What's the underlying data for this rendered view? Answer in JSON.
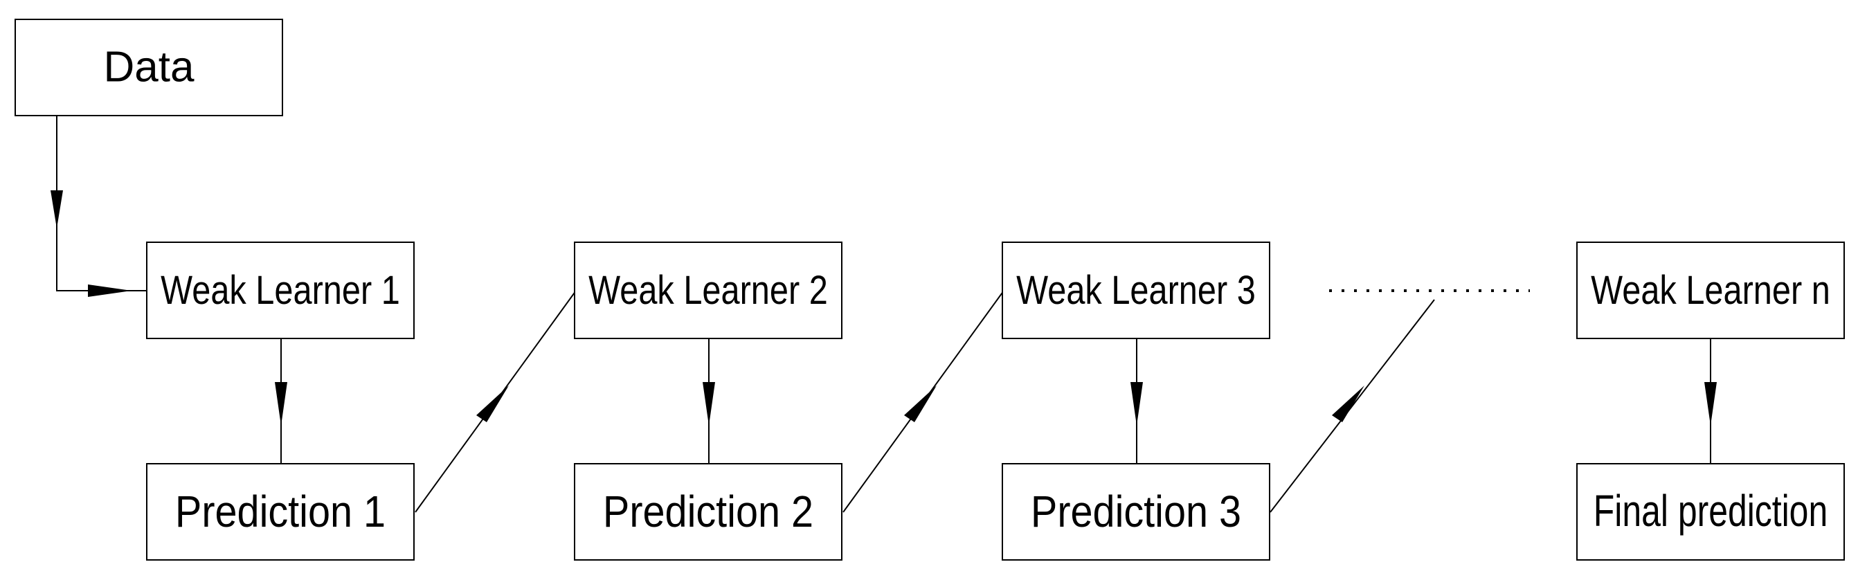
{
  "nodes": {
    "data": "Data",
    "weak_learner_1": "Weak Learner 1",
    "weak_learner_2": "Weak Learner 2",
    "weak_learner_3": "Weak Learner 3",
    "weak_learner_n": "Weak Learner n",
    "prediction_1": "Prediction 1",
    "prediction_2": "Prediction 2",
    "prediction_3": "Prediction 3",
    "final_prediction": "Final prediction"
  },
  "edges": [
    {
      "from": "data",
      "to": "weak_learner_1"
    },
    {
      "from": "weak_learner_1",
      "to": "prediction_1"
    },
    {
      "from": "prediction_1",
      "to": "weak_learner_2"
    },
    {
      "from": "weak_learner_2",
      "to": "prediction_2"
    },
    {
      "from": "prediction_2",
      "to": "weak_learner_3"
    },
    {
      "from": "weak_learner_3",
      "to": "prediction_3"
    },
    {
      "from": "prediction_3",
      "to": "ellipsis"
    },
    {
      "from": "weak_learner_n",
      "to": "final_prediction"
    }
  ],
  "colors": {
    "stroke": "#000000",
    "background": "#ffffff"
  }
}
